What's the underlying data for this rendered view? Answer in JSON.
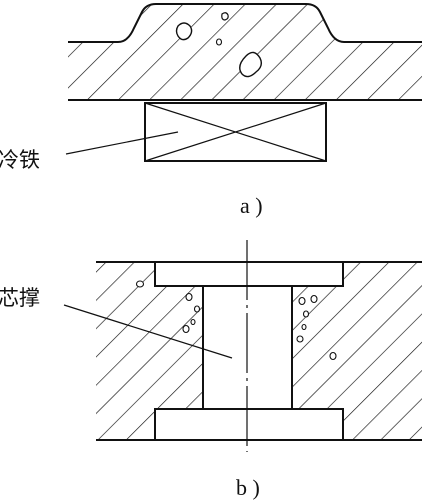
{
  "figure_a": {
    "caption": "a )",
    "label": "冷铁"
  },
  "figure_b": {
    "caption": "b )",
    "label": "芯撑"
  }
}
